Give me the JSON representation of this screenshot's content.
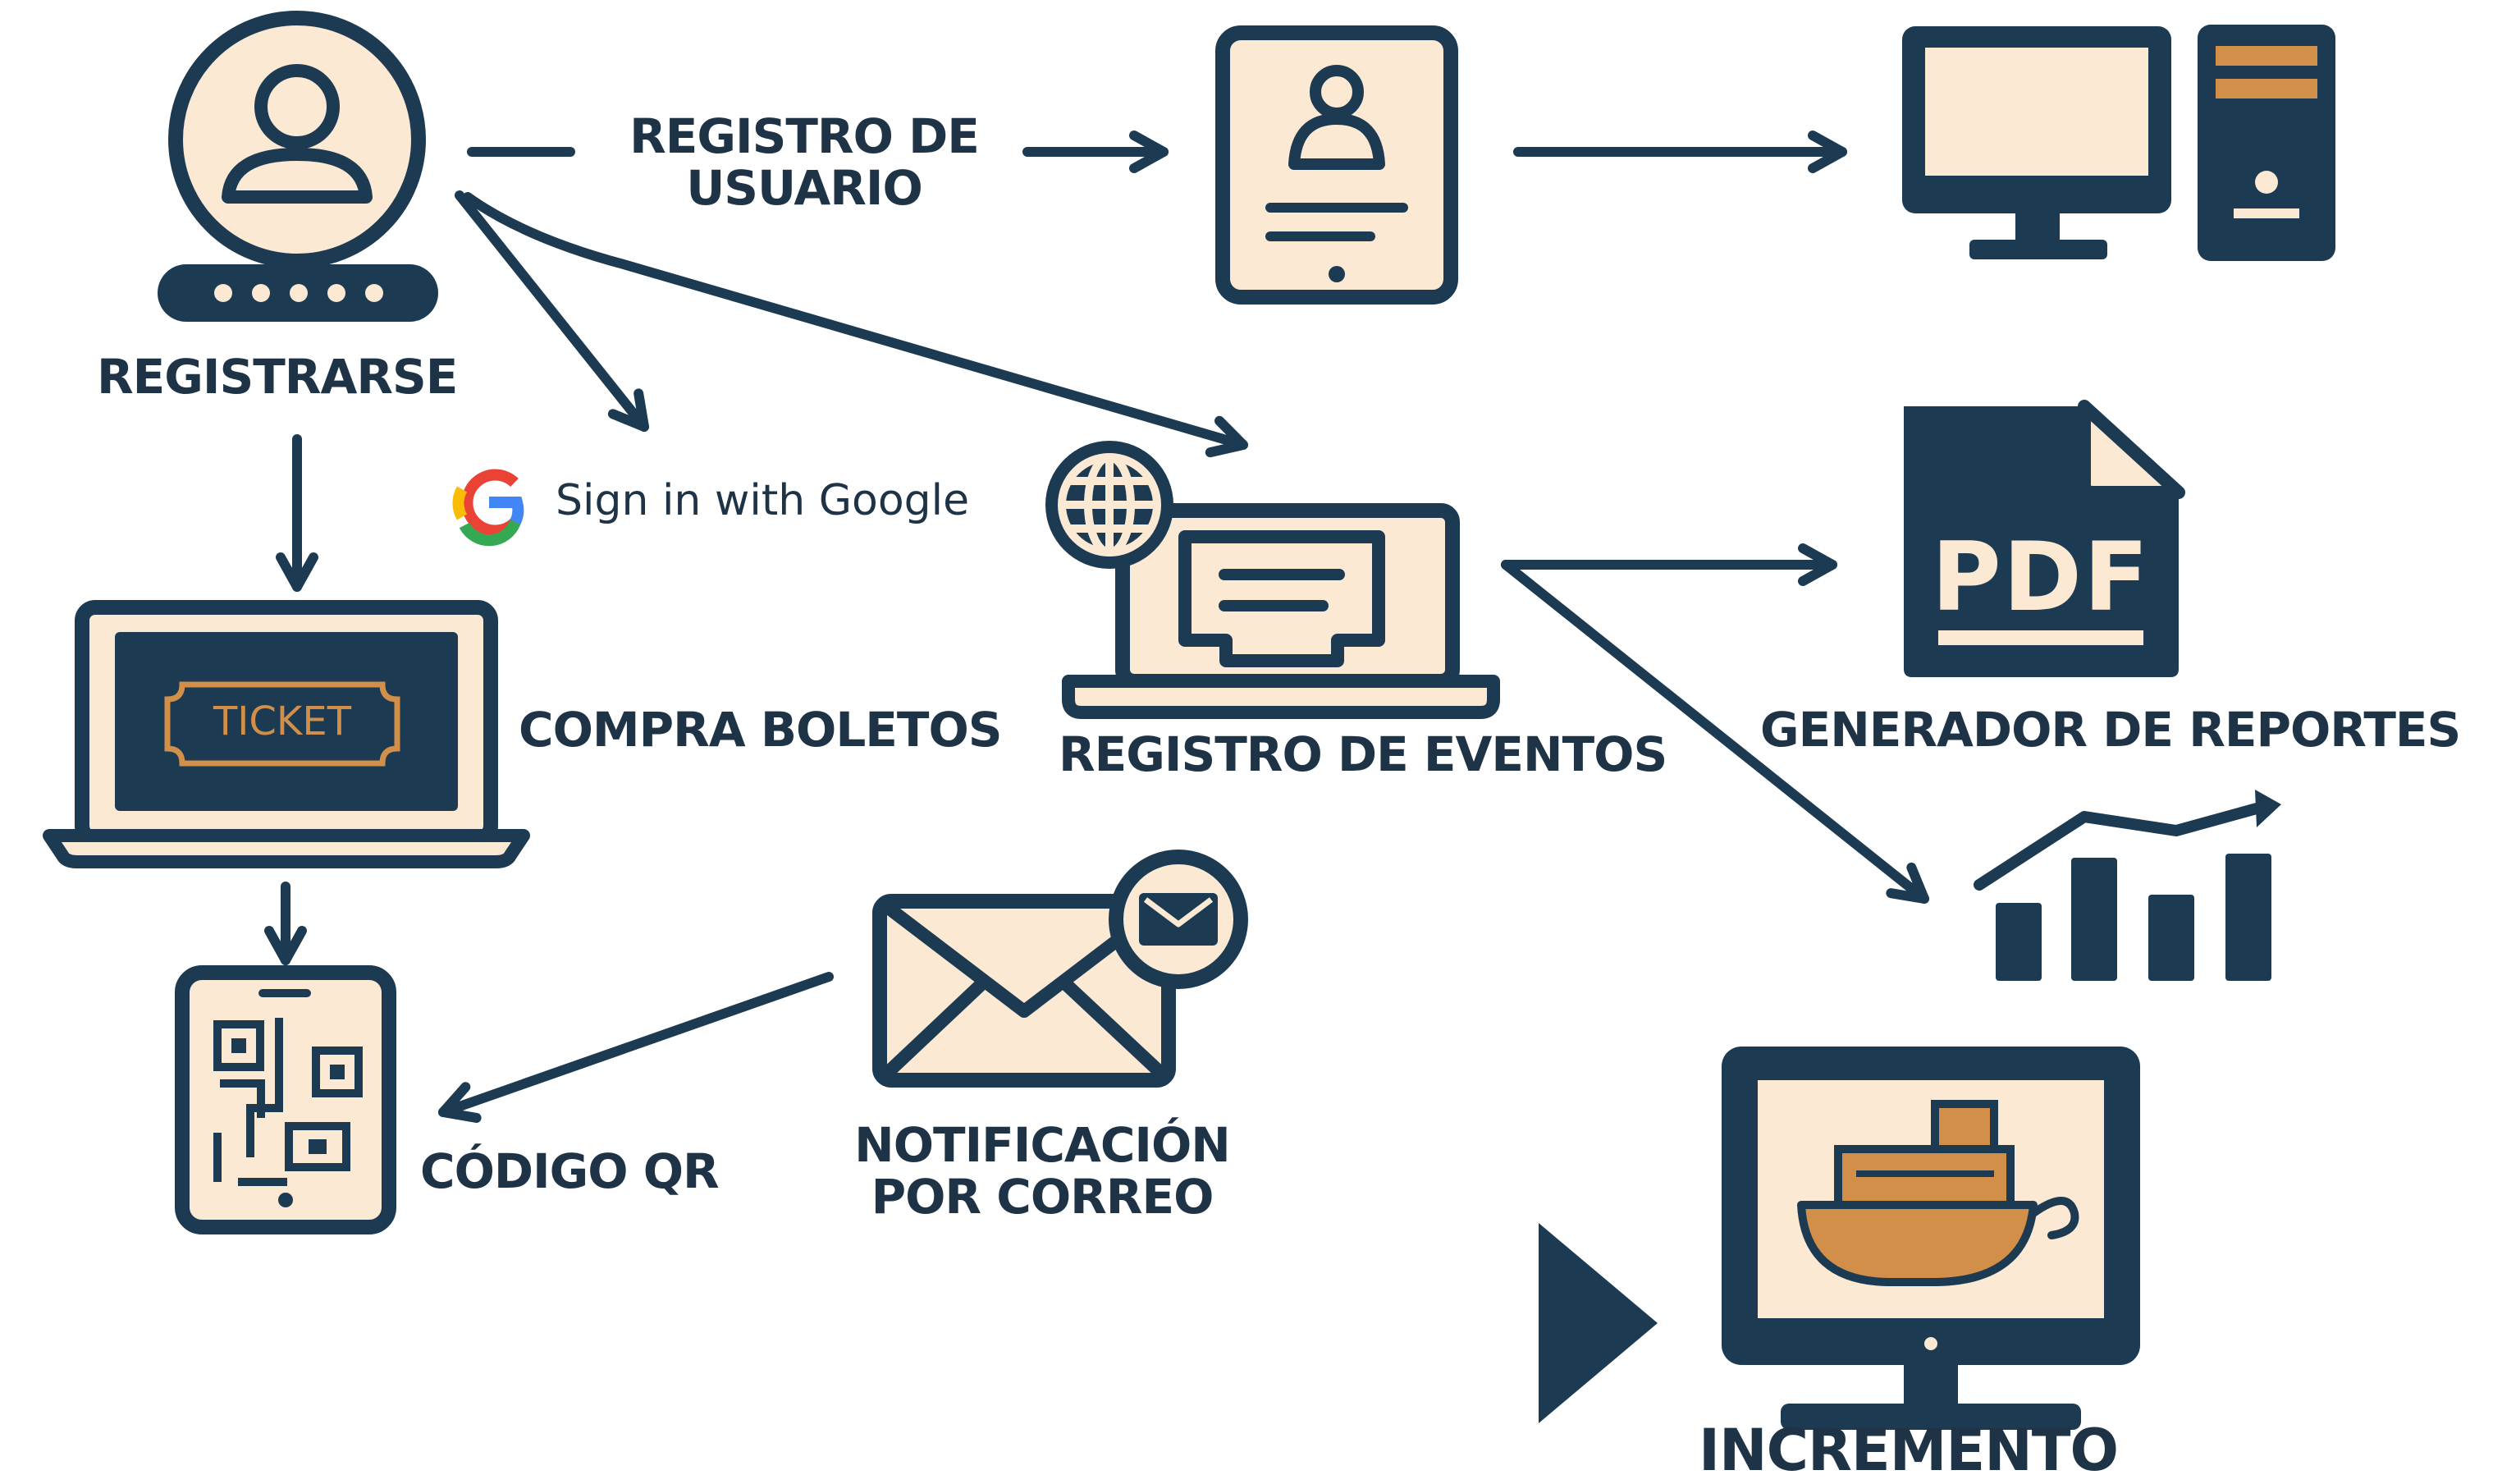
{
  "labels": {
    "registrarse": "REGISTRARSE",
    "registro_usuario_line1": "REGISTRO DE",
    "registro_usuario_line2": "USUARIO",
    "google_signin": "Sign in with Google",
    "compra_boletos": "COMPRA BOLETOS",
    "ticket": "TICKET",
    "registro_eventos": "REGISTRO DE EVENTOS",
    "generador_reportes": "GENERADOR DE REPORTES",
    "pdf": "PDF",
    "codigo_qr": "CÓDIGO QR",
    "notificacion_line1": "NOTIFICACIÓN",
    "notificacion_line2": "POR CORREO",
    "incremento": "INCREMENTO"
  },
  "icons": [
    "user-icon",
    "password-field-icon",
    "user-profile-tablet-icon",
    "desktop-computer-icon",
    "google-icon",
    "laptop-ticket-icon",
    "globe-icon",
    "laptop-event-icon",
    "pdf-document-icon",
    "bar-chart-trend-icon",
    "qr-phone-icon",
    "envelope-icon",
    "play-triangle-icon",
    "monitor-ship-icon"
  ],
  "colors": {
    "navy": "#1c3a52",
    "cream": "#fbe9d4",
    "orange": "#d18f4a",
    "text": "#1f3347",
    "google_blue": "#4285F4",
    "google_red": "#EA4335",
    "google_yellow": "#FBBC05",
    "google_green": "#34A853"
  }
}
